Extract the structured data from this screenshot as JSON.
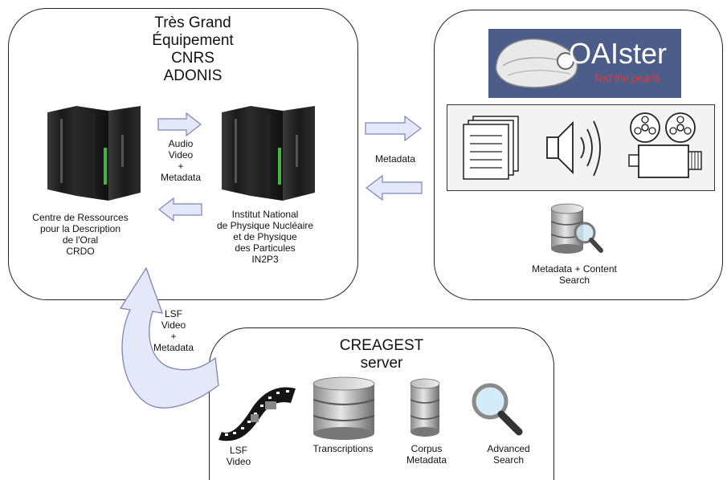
{
  "tge": {
    "title_lines": [
      "Très Grand",
      "Équipement",
      "CNRS",
      "ADONIS"
    ],
    "crdo_label_lines": [
      "Centre de Ressources",
      "pour la Description",
      "de l'Oral",
      "CRDO"
    ],
    "in2p3_label_lines": [
      "Institut National",
      "de Physique Nucléaire",
      "et de Physique",
      "des Particules",
      "IN2P3"
    ],
    "transfer_label_lines": [
      "Audio",
      "Video",
      "+",
      "Metadata"
    ]
  },
  "exchange": {
    "metadata_label": "Metadata"
  },
  "oaister": {
    "logo_text": "OAIster",
    "tagline": "find the pearls",
    "search_label_lines": [
      "Metadata + Content",
      "Search"
    ]
  },
  "upload": {
    "label_lines": [
      "LSF",
      "Video",
      "+",
      "Metadata"
    ]
  },
  "creagest": {
    "title_lines": [
      "CREAGEST",
      "server"
    ],
    "items": [
      {
        "label_lines": [
          "LSF",
          "Video"
        ],
        "icon": "film-strip-icon"
      },
      {
        "label_lines": [
          "Transcriptions"
        ],
        "icon": "database-icon"
      },
      {
        "label_lines": [
          "Corpus",
          "Metadata"
        ],
        "icon": "database-icon"
      },
      {
        "label_lines": [
          "Advanced",
          "Search"
        ],
        "icon": "magnifier-icon"
      }
    ]
  },
  "colors": {
    "arrow_fill": "#e4e8f8",
    "arrow_stroke": "#7a86b4",
    "oaister_bg": "#4d5d8a",
    "server_green": "#3db83d"
  }
}
